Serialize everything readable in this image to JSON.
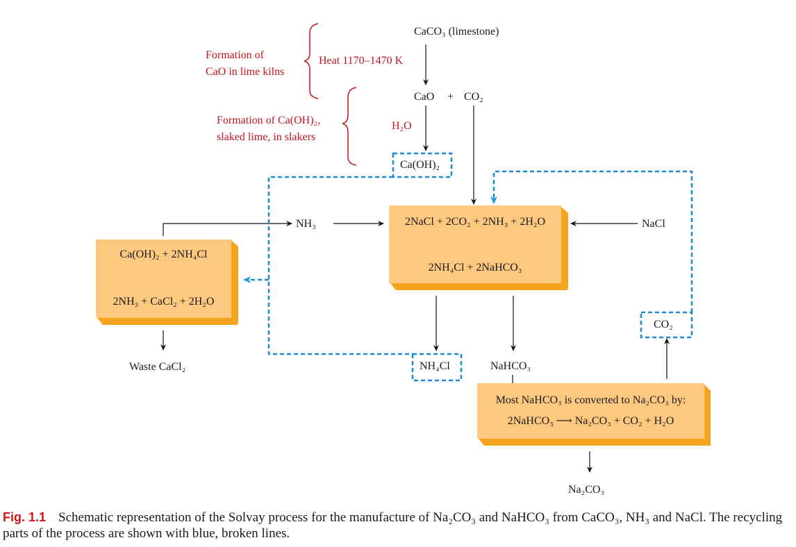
{
  "diagram": {
    "limestone": "CaCO₃ (limestone)",
    "kiln_annotation": [
      "Formation of",
      "CaO in lime kilns"
    ],
    "heat": "Heat 1170–1470 K",
    "cao_co2": [
      "CaO",
      "+",
      "CO₂"
    ],
    "slaker_annotation": [
      "Formation of Ca(OH)₂,",
      "slaked lime, in slakers"
    ],
    "water": "H₂O",
    "caoh2": "Ca(OH)₂",
    "nh3": "NH₃",
    "nacl": "NaCl",
    "main_reaction": {
      "reactants": "2NaCl + 2CO₂ + 2NH₃ + 2H₂O",
      "products": "2NH₄Cl + 2NaHCO₃"
    },
    "ammonia_recovery": {
      "reactants": "Ca(OH)₂ + 2NH₄Cl",
      "products": "2NH₃ + CaCl₂ + 2H₂O"
    },
    "waste": "Waste CaCl₂",
    "nh4cl": "NH₄Cl",
    "nahco3": "NaHCO₃",
    "co2_recycle": "CO₂",
    "conversion": {
      "line1": "Most NaHCO₃ is converted to Na₂CO₃ by:",
      "line2": "2NaHCO₃ ⟶ Na₂CO₃ + CO₂ + H₂O"
    },
    "product": "Na₂CO₃"
  },
  "caption": {
    "figure_label": "Fig. 1.1",
    "text": "Schematic representation of the Solvay process for the manufacture of Na₂CO₃ and NaHCO₃ from CaCO₃, NH₃ and NaCl. The recycling parts of the process are shown with blue, broken lines."
  },
  "colors": {
    "box_fill": "#fdc880",
    "box_bevel": "#f5a41f",
    "recycle_line": "#1b8bd0",
    "annotation_text": "#c0141c"
  }
}
